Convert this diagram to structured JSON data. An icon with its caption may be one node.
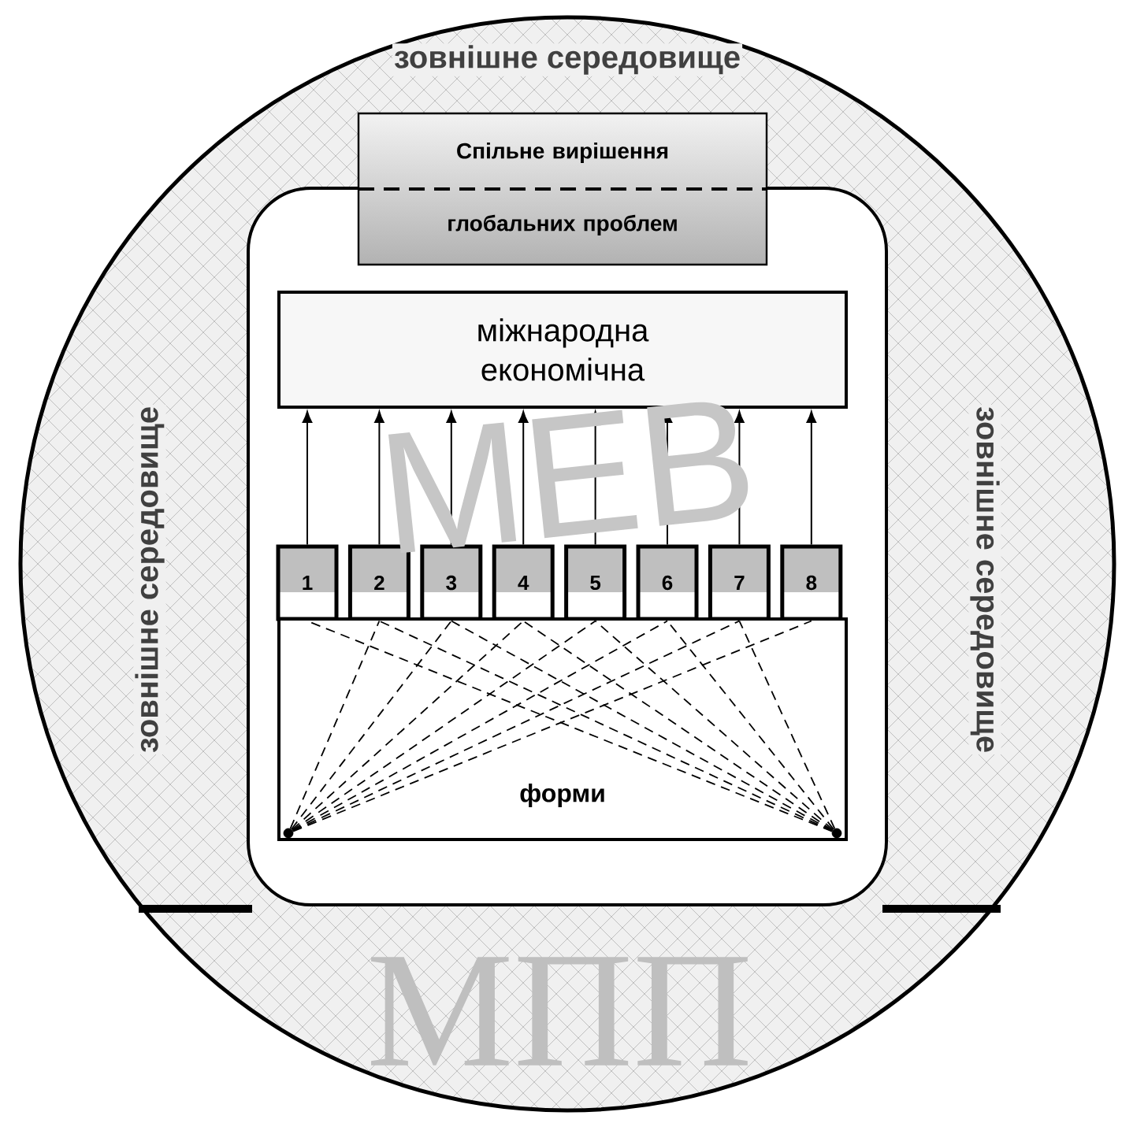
{
  "diagram": {
    "nodes": [
      {
        "text": [
          "зовнішне середовище",
          "зовнішне середовище",
          "зовнішне середовище"
        ]
      },
      {
        "text": [
          "Спільне вирішення глобальних проблем"
        ],
        "in": 0
      },
      {
        "text": [],
        "shape": "box",
        "in": 0
      },
      {
        "text": [
          "міжнародна економічна"
        ],
        "in": 2
      },
      {
        "text": [
          "1"
        ],
        "in": 2
      },
      {
        "text": [
          "2"
        ],
        "in": 2
      },
      {
        "text": [
          "3"
        ],
        "in": 2
      },
      {
        "text": [
          "4"
        ],
        "in": 2
      },
      {
        "text": [
          "5"
        ],
        "in": 2
      },
      {
        "text": [
          "6"
        ],
        "in": 2
      },
      {
        "text": [
          "7"
        ],
        "in": 2
      },
      {
        "text": [
          "8"
        ],
        "in": 2
      },
      {
        "text": [
          "форми"
        ],
        "in": 2
      },
      {
        "text": [],
        "shape": "circle",
        "in": 12
      },
      {
        "text": [],
        "shape": "circle",
        "in": 12
      }
    ],
    "edges": [
      {
        "from": 4,
        "to": 3,
        "arrow": "to"
      },
      {
        "from": 5,
        "to": 3,
        "arrow": "to"
      },
      {
        "from": 6,
        "to": 3,
        "arrow": "to"
      },
      {
        "from": 7,
        "to": 3,
        "arrow": "to"
      },
      {
        "from": 8,
        "to": 3,
        "arrow": "to"
      },
      {
        "from": 9,
        "to": 3,
        "arrow": "to"
      },
      {
        "from": 10,
        "to": 3,
        "arrow": "to"
      },
      {
        "from": 11,
        "to": 3,
        "arrow": "to"
      },
      {
        "from": 13,
        "to": 5,
        "arrow": "none",
        "style": "dashed"
      },
      {
        "from": 13,
        "to": 6,
        "arrow": "none",
        "style": "dashed"
      },
      {
        "from": 13,
        "to": 7,
        "arrow": "none",
        "style": "dashed"
      },
      {
        "from": 13,
        "to": 8,
        "arrow": "none",
        "style": "dashed"
      },
      {
        "from": 13,
        "to": 9,
        "arrow": "none",
        "style": "dashed"
      },
      {
        "from": 13,
        "to": 10,
        "arrow": "none",
        "style": "dashed"
      },
      {
        "from": 13,
        "to": 11,
        "arrow": "none",
        "style": "dashed"
      },
      {
        "from": 14,
        "to": 4,
        "arrow": "none",
        "style": "dashed"
      },
      {
        "from": 14,
        "to": 5,
        "arrow": "none",
        "style": "dashed"
      },
      {
        "from": 14,
        "to": 6,
        "arrow": "none",
        "style": "dashed"
      },
      {
        "from": 14,
        "to": 7,
        "arrow": "none",
        "style": "dashed"
      },
      {
        "from": 14,
        "to": 8,
        "arrow": "none",
        "style": "dashed"
      },
      {
        "from": 14,
        "to": 9,
        "arrow": "none",
        "style": "dashed"
      },
      {
        "from": 14,
        "to": 10,
        "arrow": "none",
        "style": "dashed"
      }
    ],
    "labels": [
      "МЕВ",
      "МПП"
    ]
  }
}
